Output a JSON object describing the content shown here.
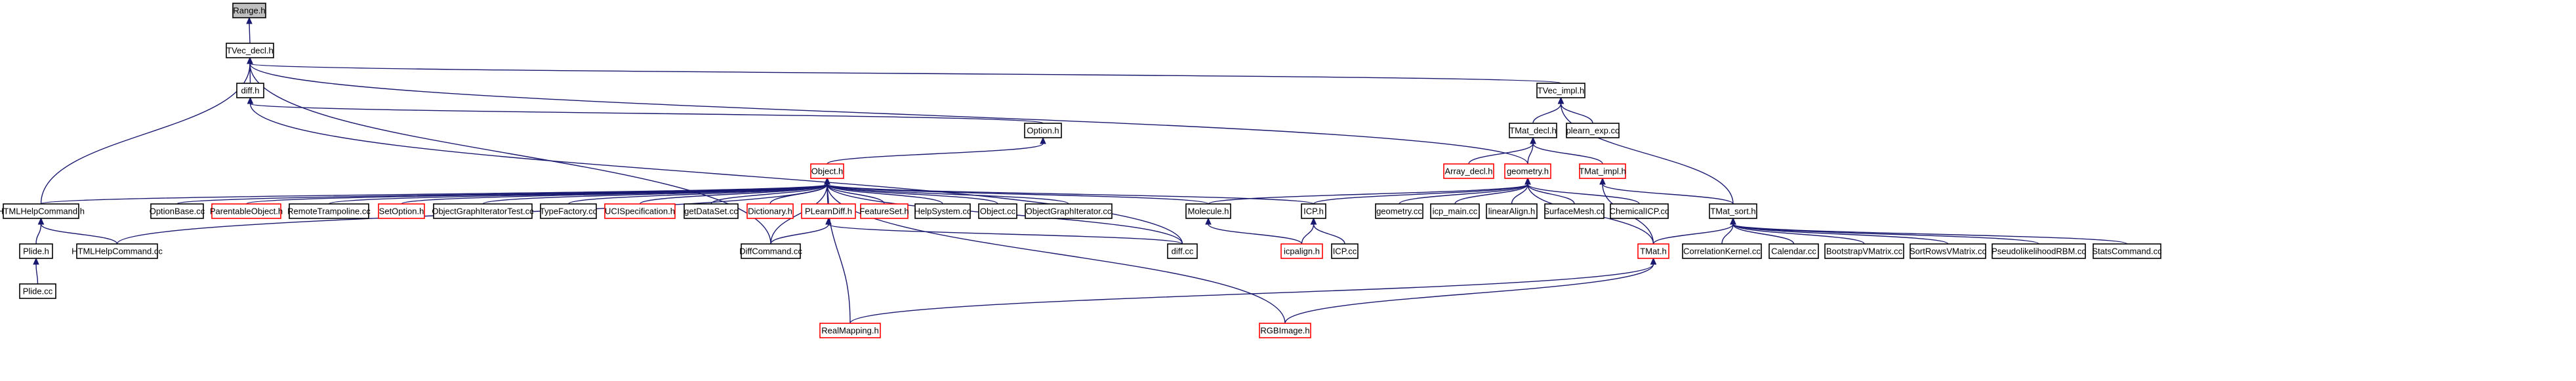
{
  "diagram": {
    "nodes": [
      {
        "id": "range_h",
        "label": "Range.h",
        "style": "root"
      },
      {
        "id": "tvec_decl_h",
        "label": "TVec_decl.h",
        "style": "normal"
      },
      {
        "id": "diff_h",
        "label": "diff.h",
        "style": "normal"
      },
      {
        "id": "tvec_impl_h",
        "label": "TVec_impl.h",
        "style": "normal"
      },
      {
        "id": "option_h",
        "label": "Option.h",
        "style": "normal"
      },
      {
        "id": "tmat_decl_h",
        "label": "TMat_decl.h",
        "style": "normal"
      },
      {
        "id": "plearn_exp_cc",
        "label": "plearn_exp.cc",
        "style": "normal"
      },
      {
        "id": "object_h",
        "label": "Object.h",
        "style": "red"
      },
      {
        "id": "array_decl_h",
        "label": "Array_decl.h",
        "style": "red"
      },
      {
        "id": "geometry_h",
        "label": "geometry.h",
        "style": "red"
      },
      {
        "id": "tmat_impl_h",
        "label": "TMat_impl.h",
        "style": "red"
      },
      {
        "id": "htmlhelpcommand_h",
        "label": "HTMLHelpCommand.h",
        "style": "normal"
      },
      {
        "id": "optionbase_cc",
        "label": "OptionBase.cc",
        "style": "normal"
      },
      {
        "id": "parentableobject_h",
        "label": "ParentableObject.h",
        "style": "red"
      },
      {
        "id": "remotetrampoline_cc",
        "label": "RemoteTrampoline.cc",
        "style": "normal"
      },
      {
        "id": "setoption_h",
        "label": "SetOption.h",
        "style": "red"
      },
      {
        "id": "objectgraphiteratortest_cc",
        "label": "ObjectGraphIteratorTest.cc",
        "style": "normal"
      },
      {
        "id": "typefactory_cc",
        "label": "TypeFactory.cc",
        "style": "normal"
      },
      {
        "id": "ucispecification_h",
        "label": "UCISpecification.h",
        "style": "red"
      },
      {
        "id": "getdataset_cc",
        "label": "getDataSet.cc",
        "style": "normal"
      },
      {
        "id": "dictionary_h",
        "label": "Dictionary.h",
        "style": "red"
      },
      {
        "id": "plearndiff_h",
        "label": "PLearnDiff.h",
        "style": "red"
      },
      {
        "id": "featureset_h",
        "label": "FeatureSet.h",
        "style": "red"
      },
      {
        "id": "helpsystem_cc",
        "label": "HelpSystem.cc",
        "style": "normal"
      },
      {
        "id": "object_cc",
        "label": "Object.cc",
        "style": "normal"
      },
      {
        "id": "objectgraphiterator_cc",
        "label": "ObjectGraphIterator.cc",
        "style": "normal"
      },
      {
        "id": "molecule_h",
        "label": "Molecule.h",
        "style": "normal"
      },
      {
        "id": "icp_h",
        "label": "ICP.h",
        "style": "normal"
      },
      {
        "id": "geometry_cc",
        "label": "geometry.cc",
        "style": "normal"
      },
      {
        "id": "icp_main_cc",
        "label": "icp_main.cc",
        "style": "normal"
      },
      {
        "id": "linearalign_h",
        "label": "linearAlign.h",
        "style": "normal"
      },
      {
        "id": "surfacemesh_cc",
        "label": "SurfaceMesh.cc",
        "style": "normal"
      },
      {
        "id": "chemicalicp_cc",
        "label": "ChemicalICP.cc",
        "style": "normal"
      },
      {
        "id": "tmat_sort_h",
        "label": "TMat_sort.h",
        "style": "normal"
      },
      {
        "id": "plide_h",
        "label": "Plide.h",
        "style": "normal"
      },
      {
        "id": "htmlhelpcommand_cc",
        "label": "HTMLHelpCommand.cc",
        "style": "normal"
      },
      {
        "id": "diffcommand_cc",
        "label": "DiffCommand.cc",
        "style": "normal"
      },
      {
        "id": "diff_cc",
        "label": "diff.cc",
        "style": "normal"
      },
      {
        "id": "icpalign_h",
        "label": "icpalign.h",
        "style": "red"
      },
      {
        "id": "icp_cc",
        "label": "ICP.cc",
        "style": "normal"
      },
      {
        "id": "tmat_h",
        "label": "TMat.h",
        "style": "red"
      },
      {
        "id": "correlationkernel_cc",
        "label": "CorrelationKernel.cc",
        "style": "normal"
      },
      {
        "id": "calendar_cc",
        "label": "Calendar.cc",
        "style": "normal"
      },
      {
        "id": "bootstrapvmatrix_cc",
        "label": "BootstrapVMatrix.cc",
        "style": "normal"
      },
      {
        "id": "sortrowsvmatrix_cc",
        "label": "SortRowsVMatrix.cc",
        "style": "normal"
      },
      {
        "id": "pseudolikelihoodrbm_cc",
        "label": "PseudolikelihoodRBM.cc",
        "style": "normal"
      },
      {
        "id": "statscommand_cc",
        "label": "StatsCommand.cc",
        "style": "normal"
      },
      {
        "id": "plide_cc",
        "label": "Plide.cc",
        "style": "normal"
      },
      {
        "id": "realmapping_h",
        "label": "RealMapping.h",
        "style": "red"
      },
      {
        "id": "rgbimage_h",
        "label": "RGBImage.h",
        "style": "red"
      }
    ]
  }
}
